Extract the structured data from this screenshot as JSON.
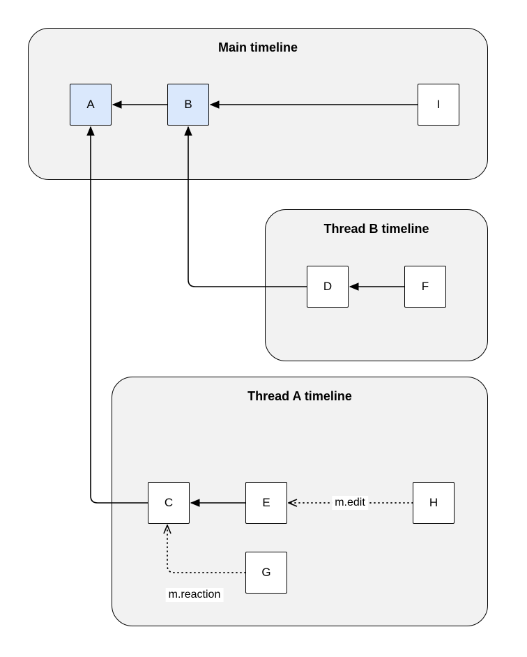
{
  "groups": {
    "main": {
      "title": "Main timeline"
    },
    "thread_b": {
      "title": "Thread B timeline"
    },
    "thread_a": {
      "title": "Thread A timeline"
    }
  },
  "nodes": {
    "a": {
      "label": "A",
      "highlighted": true
    },
    "b": {
      "label": "B",
      "highlighted": true
    },
    "c": {
      "label": "C",
      "highlighted": false
    },
    "d": {
      "label": "D",
      "highlighted": false
    },
    "e": {
      "label": "E",
      "highlighted": false
    },
    "f": {
      "label": "F",
      "highlighted": false
    },
    "g": {
      "label": "G",
      "highlighted": false
    },
    "h": {
      "label": "H",
      "highlighted": false
    },
    "i": {
      "label": "I",
      "highlighted": false
    }
  },
  "edges": [
    {
      "from": "B",
      "to": "A",
      "style": "solid",
      "label": ""
    },
    {
      "from": "I",
      "to": "B",
      "style": "solid",
      "label": ""
    },
    {
      "from": "F",
      "to": "D",
      "style": "solid",
      "label": ""
    },
    {
      "from": "D",
      "to": "B",
      "style": "solid",
      "label": ""
    },
    {
      "from": "E",
      "to": "C",
      "style": "solid",
      "label": ""
    },
    {
      "from": "C",
      "to": "A",
      "style": "solid",
      "label": ""
    },
    {
      "from": "H",
      "to": "E",
      "style": "dotted",
      "label": "m.edit"
    },
    {
      "from": "G",
      "to": "C",
      "style": "dotted",
      "label": "m.reaction"
    }
  ],
  "edge_labels": {
    "h_to_e": "m.edit",
    "g_to_c": "m.reaction"
  },
  "colors": {
    "background": "#ffffff",
    "group_fill": "#f2f2f2",
    "group_stroke": "#000000",
    "node_fill": "#ffffff",
    "node_fill_highlight": "#dae8fc",
    "node_stroke": "#000000",
    "edge_color": "#000000"
  }
}
